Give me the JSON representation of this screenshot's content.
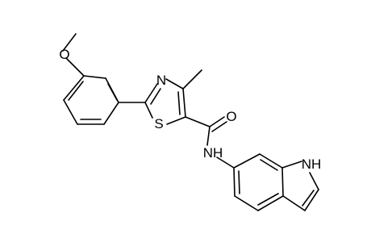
{
  "molecule": {
    "atoms": {
      "methoxy_o": "O",
      "thiazole_n": "N",
      "thiazole_s": "S",
      "carbonyl_o": "O",
      "amide_nh": "NH",
      "indole_nh": "NH"
    }
  }
}
